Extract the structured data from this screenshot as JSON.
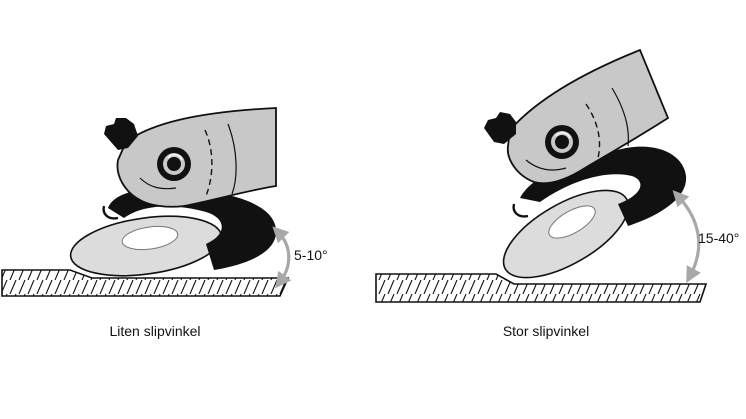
{
  "panels": [
    {
      "angle_label": "5-10°",
      "caption": "Liten slipvinkel"
    },
    {
      "angle_label": "15-40°",
      "caption": "Stor slipvinkel"
    }
  ],
  "colors": {
    "body_gray": "#c8c8c8",
    "disc_light": "#dcdcdc",
    "guard_black": "#111111",
    "arrow_gray": "#a8a8a8",
    "outline": "#111111"
  }
}
